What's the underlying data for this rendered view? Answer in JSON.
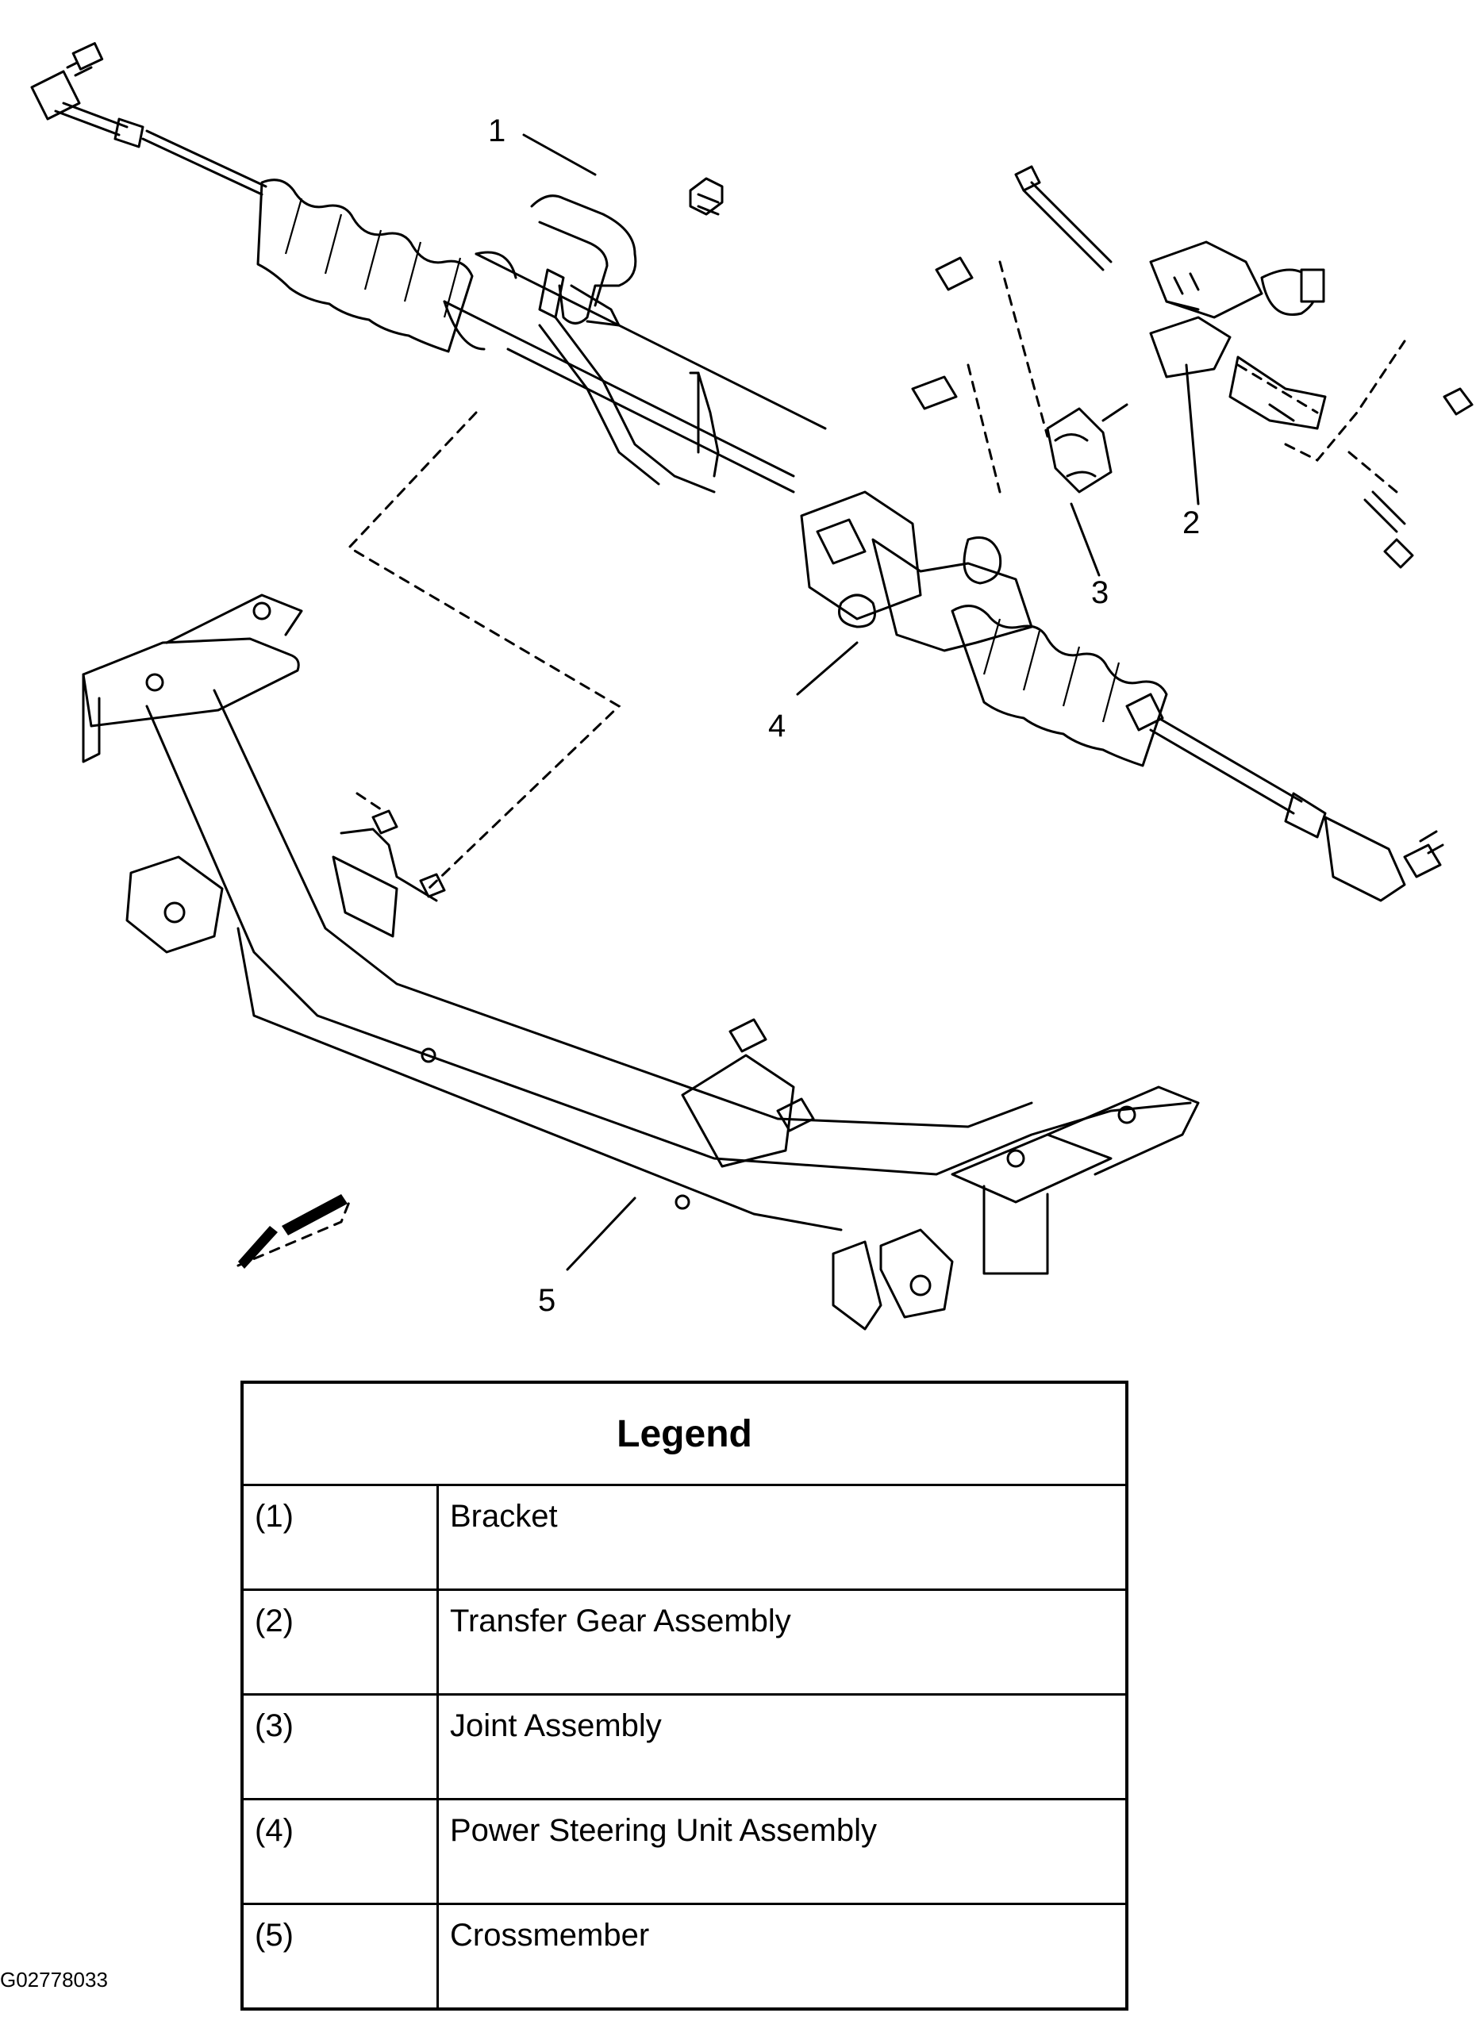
{
  "callouts": [
    "1",
    "2",
    "3",
    "4",
    "5"
  ],
  "legend": {
    "title": "Legend",
    "rows": [
      {
        "num": "(1)",
        "label": "Bracket"
      },
      {
        "num": "(2)",
        "label": "Transfer Gear Assembly"
      },
      {
        "num": "(3)",
        "label": "Joint Assembly"
      },
      {
        "num": "(4)",
        "label": "Power Steering Unit Assembly"
      },
      {
        "num": "(5)",
        "label": "Crossmember"
      }
    ]
  },
  "figure_id": "G02778033"
}
